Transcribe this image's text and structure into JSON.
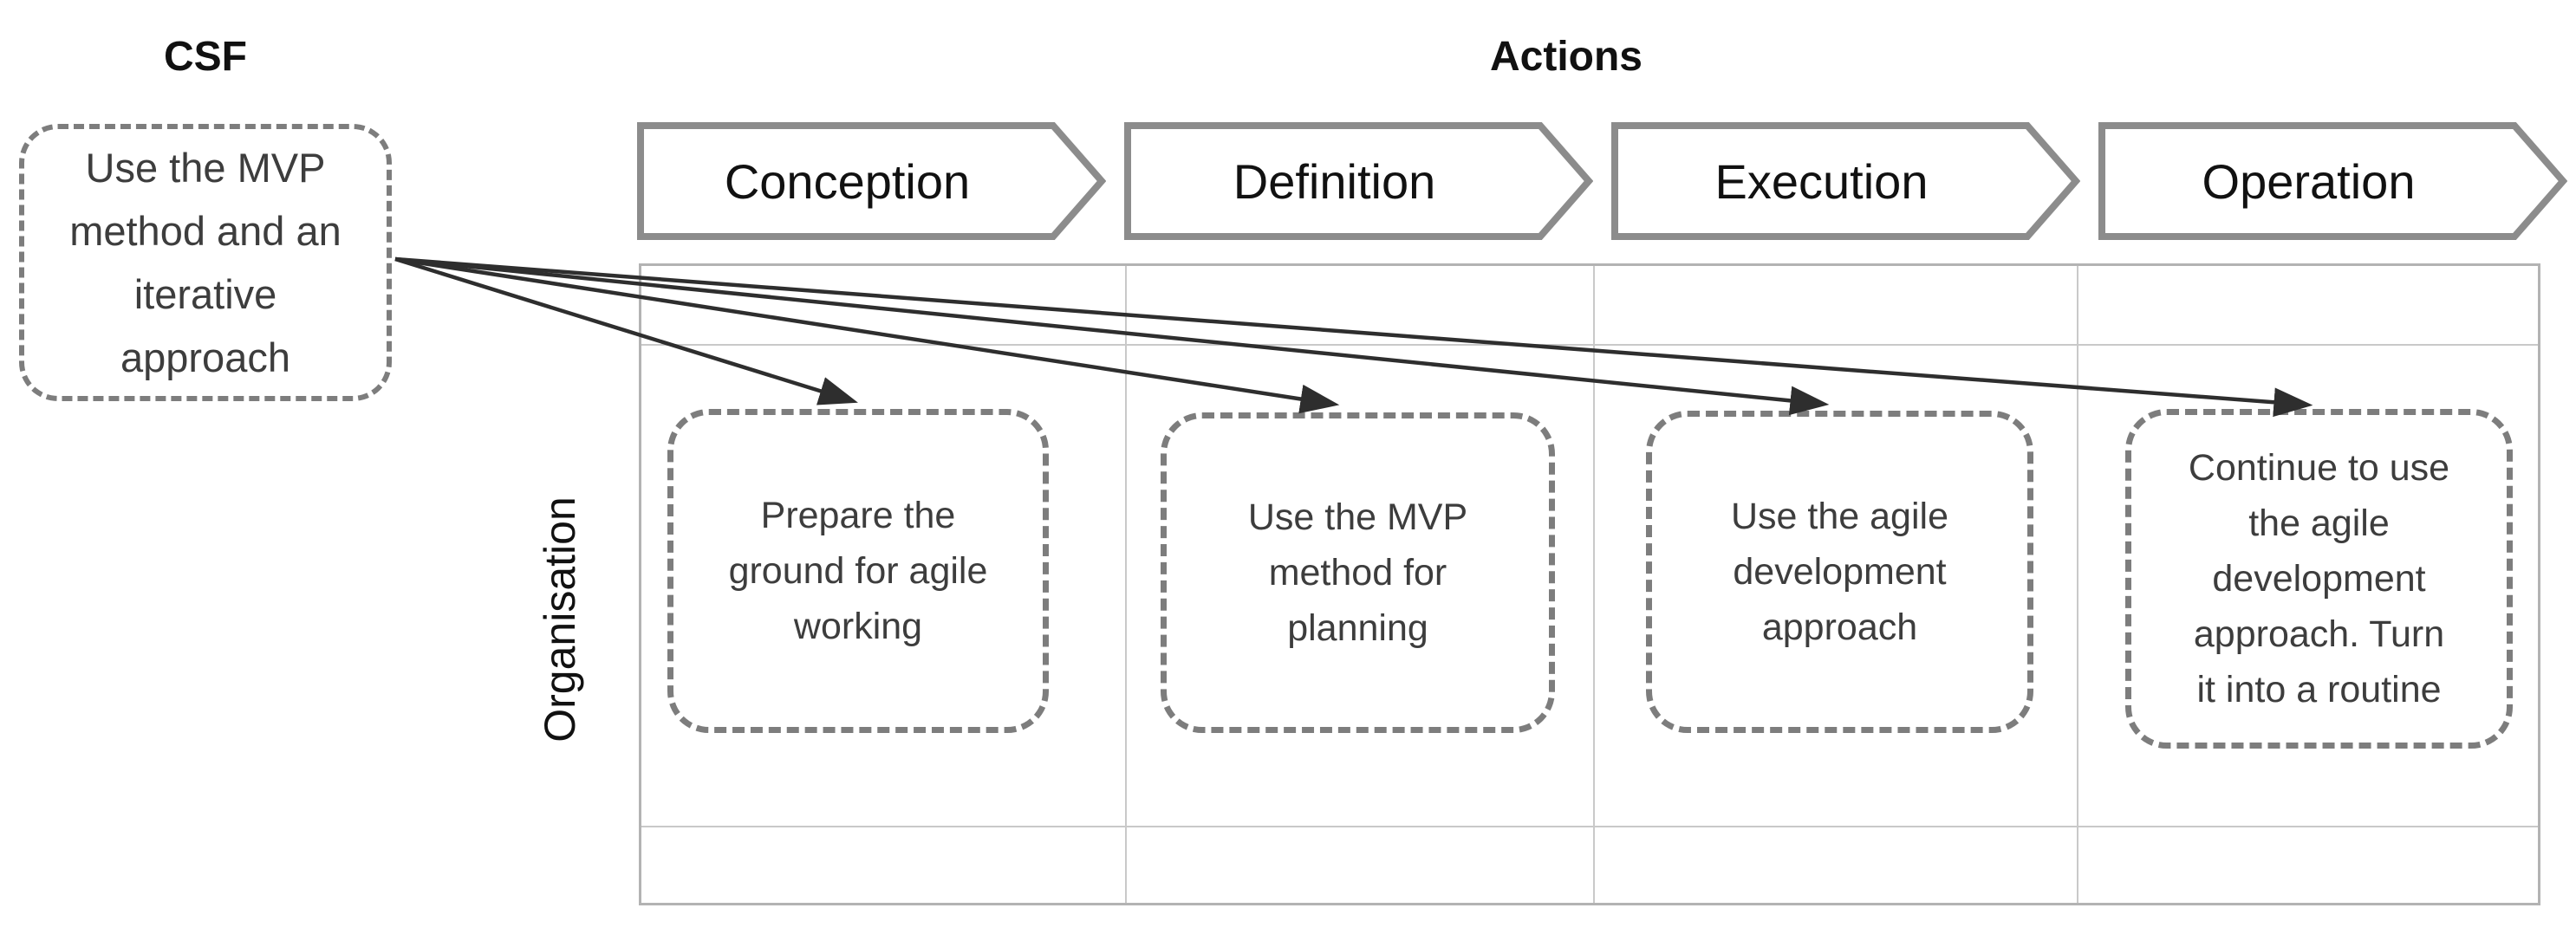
{
  "headings": {
    "csf": "CSF",
    "actions": "Actions"
  },
  "csf": {
    "full_text": "Use the MVP method and an iterative approach",
    "lines": [
      "Use the MVP",
      "method and an",
      "iterative",
      "approach"
    ]
  },
  "row_label": "Organisation",
  "columns": [
    {
      "phase": "Conception",
      "action": "Prepare the ground for agile working",
      "action_lines": [
        "Prepare the",
        "ground for agile",
        "working"
      ]
    },
    {
      "phase": "Definition",
      "action": "Use the MVP method for planning",
      "action_lines": [
        "Use the MVP",
        "method for",
        "planning"
      ]
    },
    {
      "phase": "Execution",
      "action": "Use the agile development approach",
      "action_lines": [
        "Use the agile",
        "development",
        "approach"
      ]
    },
    {
      "phase": "Operation",
      "action": "Continue to use the agile development approach. Turn it into a routine",
      "action_lines": [
        "Continue to use",
        "the agile",
        "development",
        "approach. Turn",
        "it into a routine"
      ]
    }
  ],
  "colors": {
    "dashed_border": "#7d7d7d",
    "chevron_border": "#8c8c8c",
    "grid_line": "#c9c9c9",
    "table_border": "#b3b3b3",
    "arrow": "#2e2e2e",
    "heading_text": "#111111",
    "body_text": "#3d3d3d"
  }
}
